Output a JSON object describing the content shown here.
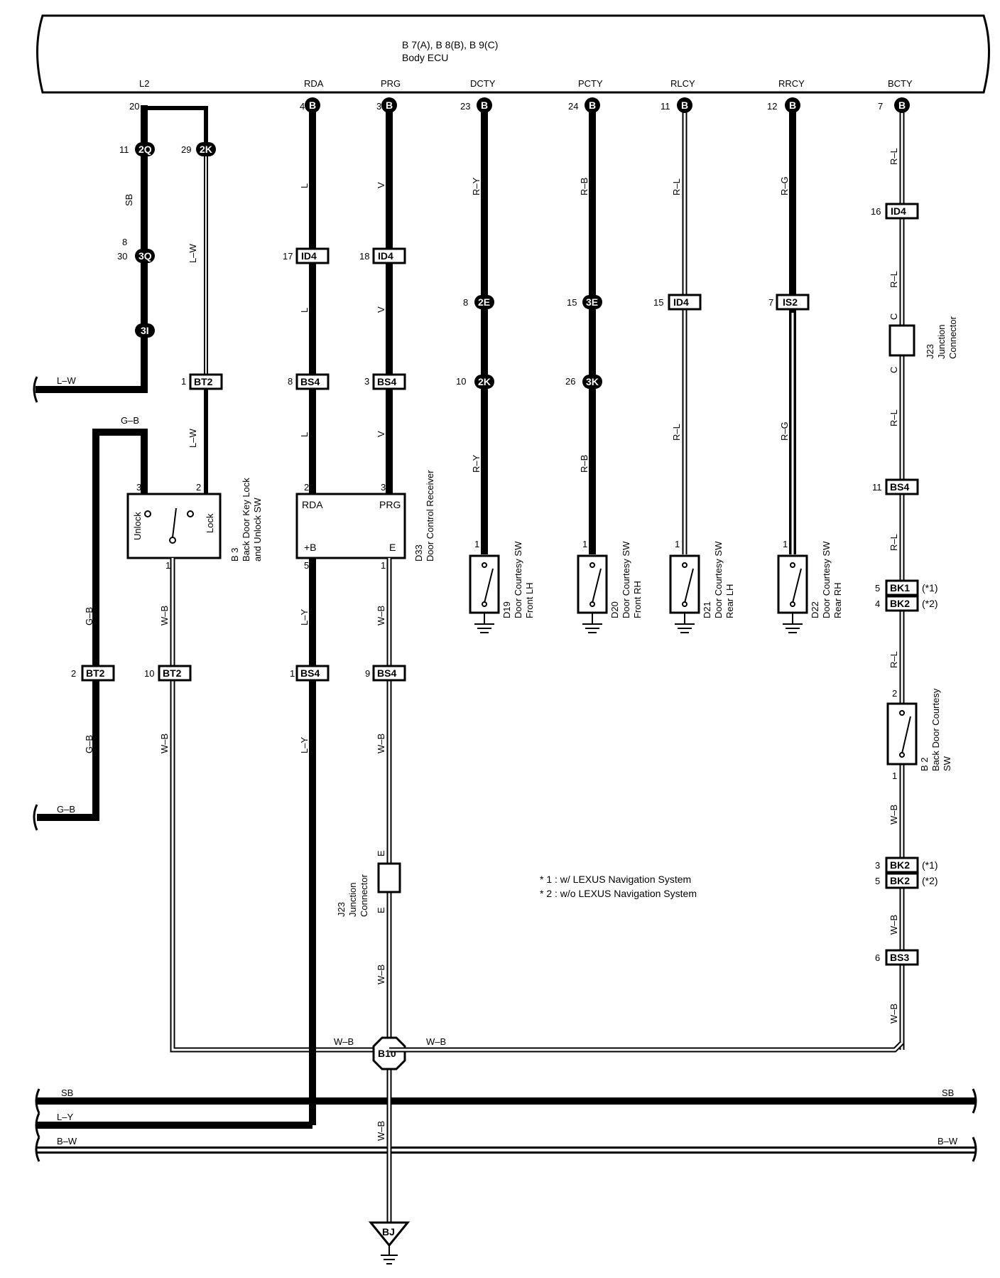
{
  "ecu": {
    "line1": "B 7(A), B 8(B), B 9(C)",
    "line2": "Body ECU"
  },
  "terminals": {
    "L2": "L2",
    "RDA": "RDA",
    "PRG": "PRG",
    "DCTY": "DCTY",
    "PCTY": "PCTY",
    "RLCY": "RLCY",
    "RRCY": "RRCY",
    "BCTY": "BCTY"
  },
  "pins": {
    "p20": "20",
    "p4": "4",
    "p3": "3",
    "p23": "23",
    "p24": "24",
    "p11": "11",
    "p12": "12",
    "p7": "7",
    "p11b": "11",
    "p29": "29",
    "p30": "30",
    "p8": "8",
    "p1": "1",
    "p17": "17",
    "p18": "18",
    "p8c": "8",
    "p15": "15",
    "p10": "10",
    "p26": "26",
    "p15b": "15",
    "p7b": "7",
    "p16": "16",
    "p8b": "8",
    "p3b": "3",
    "p3sw": "3",
    "p2sw": "2",
    "p2d": "2",
    "p3d": "3",
    "p5d": "5",
    "p1d": "1",
    "p1a": "1",
    "p1b": "1",
    "p1c": "1",
    "p1e": "1",
    "p2x": "2",
    "p10x": "10",
    "p1x": "1",
    "p9x": "9",
    "p11c": "11",
    "p5bk": "5",
    "p4bk": "4",
    "p2bd": "2",
    "p1bd": "1",
    "p3bk": "3",
    "p5bk2": "5",
    "p6bs": "6",
    "p1sw": "1"
  },
  "connectors": {
    "B": "B",
    "c2Q": "2Q",
    "c2K": "2K",
    "c3Q": "3Q",
    "c3I": "3I",
    "BT2": "BT2",
    "ID4": "ID4",
    "BS4": "BS4",
    "c2E": "2E",
    "c3E": "3E",
    "c3K": "3K",
    "IS2": "IS2",
    "BK1": "BK1",
    "BK2": "BK2",
    "BS3": "BS3",
    "B10": "B10",
    "BJ": "BJ",
    "C": "C",
    "E": "E"
  },
  "wires": {
    "SB": "SB",
    "LW": "L–W",
    "GB": "G–B",
    "L": "L",
    "V": "V",
    "RY": "R–Y",
    "RB": "R–B",
    "RL": "R–L",
    "RG": "R–G",
    "LY": "L–Y",
    "WB": "W–B",
    "BW": "B–W"
  },
  "components": {
    "b3_1": "B 3",
    "b3_2": "Back Door Key Lock",
    "b3_3": "and Unlock SW",
    "unlock": "Unlock",
    "lock": "Lock",
    "d33_1": "D33",
    "d33_2": "Door Control Receiver",
    "rda": "RDA",
    "prg": "PRG",
    "plusB": "+B",
    "e": "E",
    "d19_1": "D19",
    "d19_2": "Door Courtesy SW",
    "d19_3": "Front LH",
    "d20_1": "D20",
    "d20_2": "Door Courtesy SW",
    "d20_3": "Front RH",
    "d21_1": "D21",
    "d21_2": "Door Courtesy SW",
    "d21_3": "Rear LH",
    "d22_1": "D22",
    "d22_2": "Door Courtesy SW",
    "d22_3": "Rear RH",
    "j23_1": "J23",
    "j23_2": "Junction",
    "j23_3": "Connector",
    "b2_1": "B 2",
    "b2_2": "Back Door Courtesy",
    "b2_3": "SW"
  },
  "notes": {
    "star1": "(*1)",
    "star2": "(*2)",
    "n1": "* 1 : w/ LEXUS Navigation System",
    "n2": "* 2 : w/o LEXUS Navigation System"
  }
}
